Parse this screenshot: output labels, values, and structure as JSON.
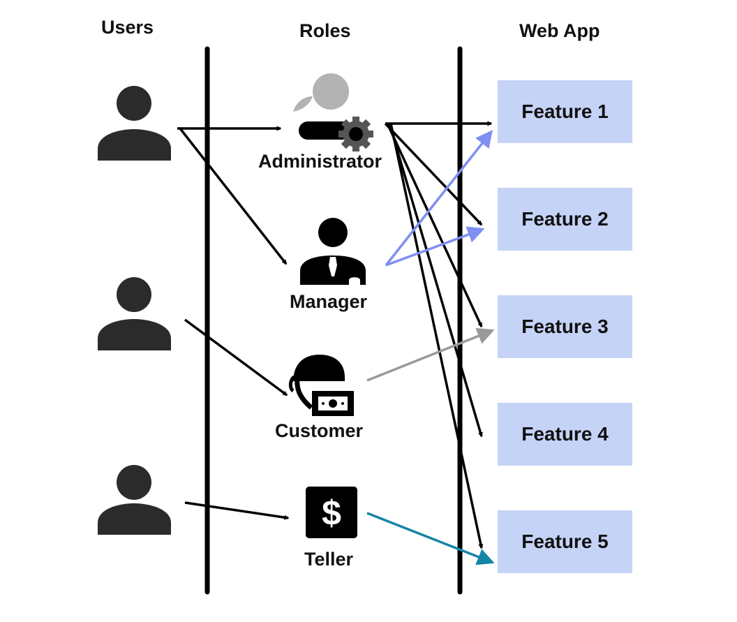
{
  "headers": {
    "users": "Users",
    "roles": "Roles",
    "webapp": "Web App"
  },
  "users": [
    {
      "icon": "person-icon"
    },
    {
      "icon": "person-icon"
    },
    {
      "icon": "person-icon"
    }
  ],
  "roles": [
    {
      "label": "Administrator",
      "icon": "admin-gear-icon"
    },
    {
      "label": "Manager",
      "icon": "manager-tie-icon"
    },
    {
      "label": "Customer",
      "icon": "customer-cash-icon"
    },
    {
      "label": "Teller",
      "icon": "dollar-icon"
    }
  ],
  "features": [
    {
      "label": "Feature 1"
    },
    {
      "label": "Feature 2"
    },
    {
      "label": "Feature 3"
    },
    {
      "label": "Feature 4"
    },
    {
      "label": "Feature 5"
    }
  ],
  "colors": {
    "feature_box": "#c5d3f7",
    "manager_arrow": "#7f8ff2",
    "customer_arrow": "#999999",
    "teller_arrow": "#1584a6",
    "admin_arrow": "#000000",
    "admin_icon_grey": "#b3b3b3",
    "icon_dark": "#2b2b2b"
  }
}
